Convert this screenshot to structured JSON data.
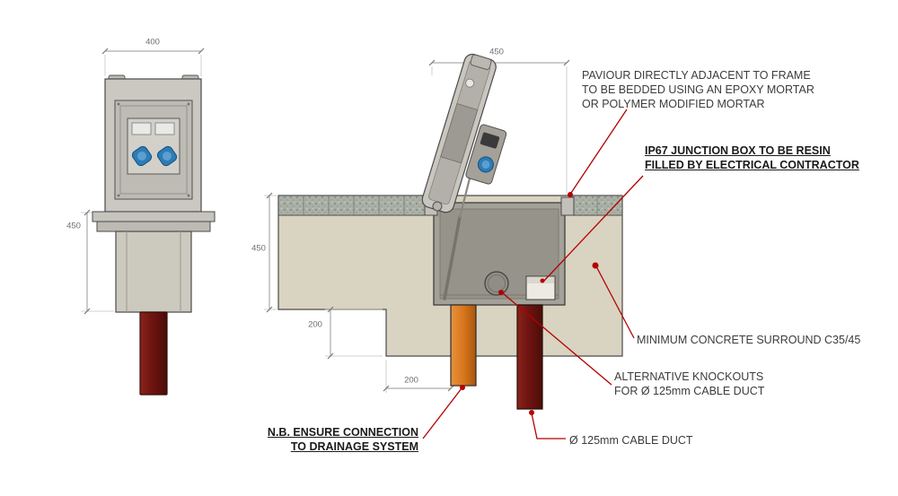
{
  "drawing": {
    "title": "junction-box-installation-section",
    "annotations": {
      "paviour": "PAVIOUR DIRECTLY ADJACENT TO FRAME\nTO BE BEDDED USING AN EPOXY MORTAR\nOR POLYMER MODIFIED MORTAR",
      "junction_box": "IP67 JUNCTION BOX TO BE RESIN\nFILLED BY ELECTRICAL CONTRACTOR",
      "concrete_surround": "MINIMUM CONCRETE SURROUND C35/45",
      "knockouts": "ALTERNATIVE KNOCKOUTS\nFOR Ø 125mm CABLE DUCT",
      "cable_duct": "Ø 125mm CABLE DUCT",
      "drainage": "N.B. ENSURE CONNECTION\nTO DRAINAGE SYSTEM"
    },
    "dimensions": {
      "front_width": "400",
      "front_depth": "450",
      "opening_width": "450",
      "section_depth": "450",
      "step_height": "200",
      "duct_offset": "200"
    },
    "colors": {
      "leader_red": "#b40000",
      "duct_orange": "#d8761c",
      "duct_maroon": "#6e1411",
      "concrete": "#d9d3c1",
      "paving": "#aab0a5",
      "socket_blue": "#2d7cb5"
    }
  }
}
